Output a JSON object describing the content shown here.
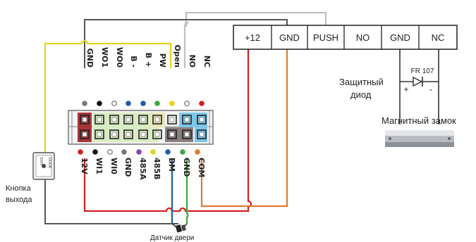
{
  "terminal_block": {
    "labels": [
      "+12",
      "GND",
      "PUSH",
      "NO",
      "GND",
      "NC"
    ]
  },
  "controller": {
    "top_pins": [
      {
        "label": "GND",
        "dot": "#777777"
      },
      {
        "label": "WO1",
        "dot": "#111111"
      },
      {
        "label": "WO0",
        "dot": "#ffffff"
      },
      {
        "label": "B -",
        "dot": "#1a5fa8"
      },
      {
        "label": "B +",
        "dot": "#1a5fa8"
      },
      {
        "label": "PW",
        "dot": "#3ea83e"
      },
      {
        "label": "Open",
        "dot": "#e6d21e"
      },
      {
        "label": "NO",
        "dot": "#ffffff"
      },
      {
        "label": "NC",
        "dot": "#d32020"
      }
    ],
    "bottom_pins": [
      {
        "label": "12V",
        "dot": "#d32020"
      },
      {
        "label": "WI1",
        "dot": "#111111"
      },
      {
        "label": "WI0",
        "dot": "#ffffff"
      },
      {
        "label": "GND",
        "dot": "#777777"
      },
      {
        "label": "485A",
        "dot": "#8e3fa8"
      },
      {
        "label": "485B",
        "dot": "#e6d21e"
      },
      {
        "label": "DM",
        "dot": "#1a5fa8"
      },
      {
        "label": "GND",
        "dot": "#3ea83e"
      },
      {
        "label": "COM",
        "dot": "#e07a30"
      }
    ]
  },
  "labels": {
    "diode_title_1": "Защитный",
    "diode_title_2": "диод",
    "diode_part": "FR 107",
    "diode_plus": "+",
    "diode_minus": "-",
    "lock": "Магнитный замок",
    "button_1": "Кнопка",
    "button_2": "выхода",
    "door_sensor": "Датчик двери",
    "button_face_1": "DOOR",
    "button_face_2": "EXIT"
  },
  "colors": {
    "red": "#d32020",
    "orange": "#e07a30",
    "yellow": "#e6d21e",
    "gray": "#555555",
    "lightgray": "#c0c0c0",
    "green": "#3ea83e",
    "blue": "#1a5fa8"
  }
}
